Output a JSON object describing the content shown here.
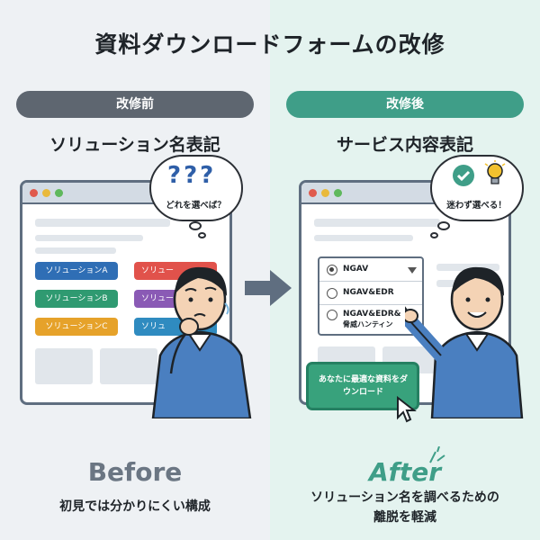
{
  "title": "資料ダウンロードフォームの改修",
  "before": {
    "pill_label": "改修前",
    "heading": "ソリューション名表記",
    "bubble_text": "どれを選べば？",
    "question_marks": "???",
    "buttons": [
      "ソリューションA",
      "ソリューションB",
      "ソリューションC"
    ],
    "partial_buttons": [
      "ソリュー",
      "ソリュー",
      "ソリュ"
    ],
    "big_label": "Before",
    "caption": "初見では分かりにくい構成"
  },
  "after": {
    "pill_label": "改修後",
    "heading": "サービス内容表記",
    "bubble_text": "迷わず選べる！",
    "dropdown": {
      "selected": "NGAV",
      "options": [
        "NGAV&EDR",
        "NGAV&EDR&"
      ],
      "option_sub": "脅威ハンティン"
    },
    "cta_label": "あなたに最適な資料をダウンロード",
    "big_label": "After",
    "caption_line1": "ソリューション名を調べるための",
    "caption_line2": "離脱を軽減"
  },
  "colors": {
    "before_accent": "#5e6670",
    "after_accent": "#3f9e88",
    "cta": "#38a27c"
  },
  "icons": [
    "question-marks-icon",
    "check-icon",
    "lightbulb-icon",
    "cursor-icon",
    "arrow-right-icon",
    "dropdown-caret-icon"
  ]
}
